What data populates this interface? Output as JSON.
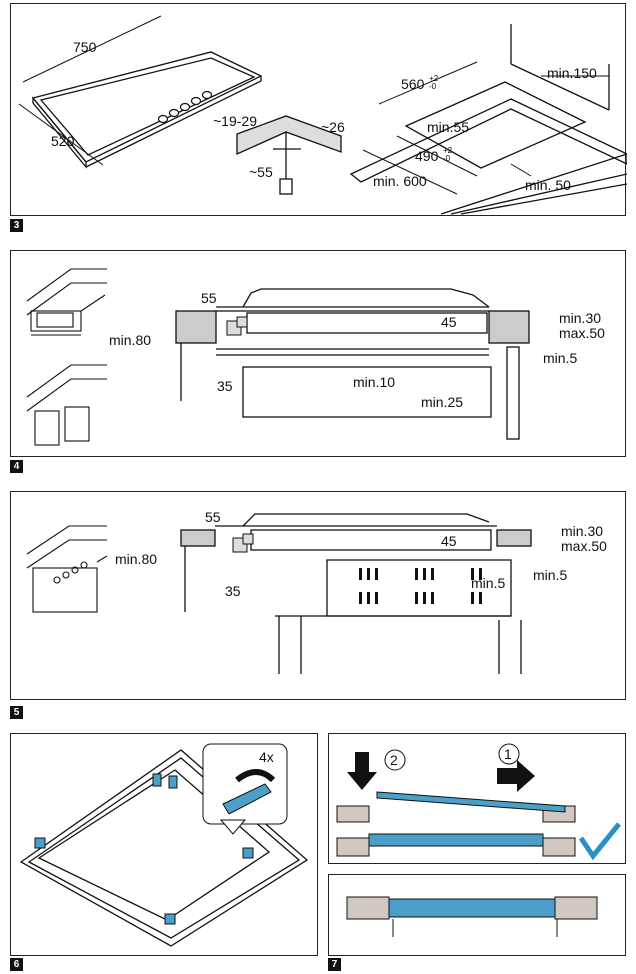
{
  "figures": [
    {
      "number": "3",
      "labels": {
        "w750": "750",
        "d520": "520",
        "range": "~19-29",
        "l26": "~26",
        "l55": "~55",
        "c560": "560",
        "tol560_hi": "+2",
        "tol560_lo": "-0",
        "min55": "min.55",
        "c490": "490",
        "tol490_hi": "+2",
        "tol490_lo": "-0",
        "min600": "min. 600",
        "min150": "min.150",
        "min50": "min. 50"
      }
    },
    {
      "number": "4",
      "labels": {
        "v55": "55",
        "min80": "min.80",
        "v45": "45",
        "min30": "min.30",
        "max50": "max.50",
        "min5": "min.5",
        "min10": "min.10",
        "v35": "35",
        "min25": "min.25"
      }
    },
    {
      "number": "5",
      "labels": {
        "v55": "55",
        "min80": "min.80",
        "v45": "45",
        "min30": "min.30",
        "max50": "max.50",
        "min5a": "min.5",
        "min5b": "min.5",
        "v35": "35"
      }
    },
    {
      "number": "6",
      "labels": {
        "count": "4x"
      }
    },
    {
      "number": "7",
      "labels": {
        "step1": "1",
        "step2": "2"
      }
    }
  ],
  "colors": {
    "accent_blue": "#4aa0c8",
    "check_blue": "#2a8fc4",
    "wood": "#cfc9c2",
    "line": "#111"
  }
}
